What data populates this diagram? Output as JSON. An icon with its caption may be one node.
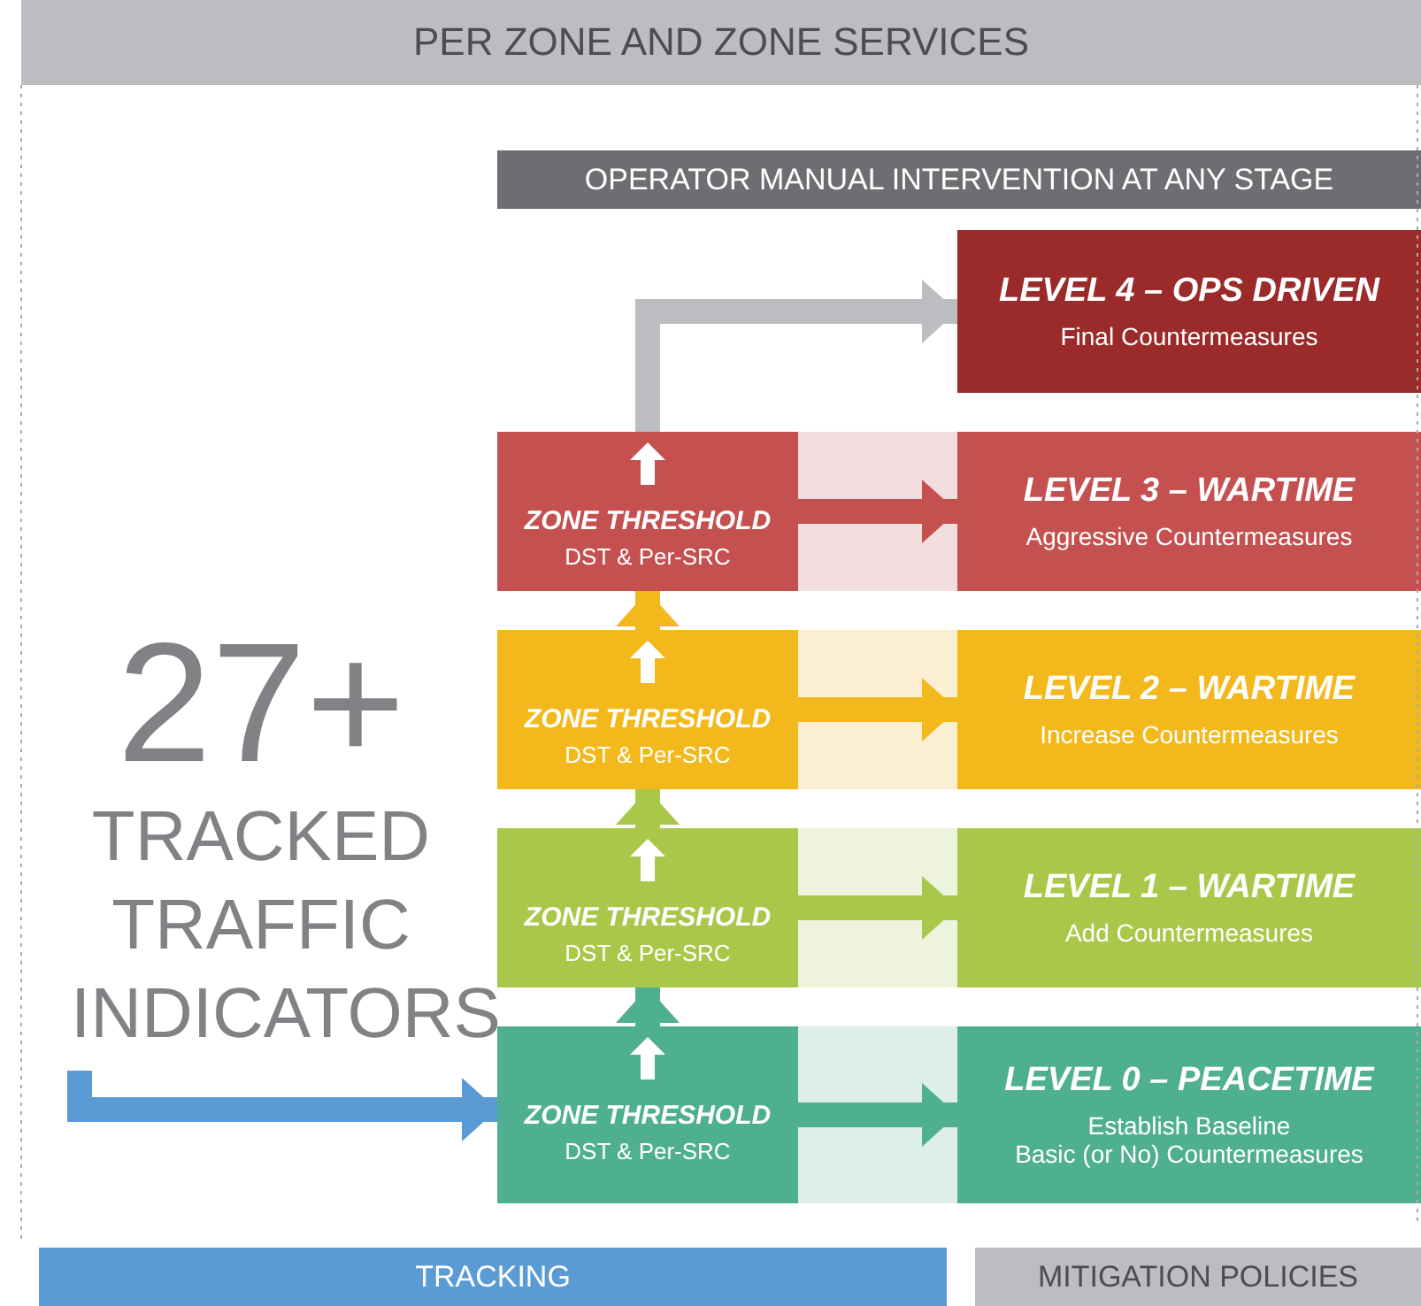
{
  "diagram": {
    "title": "PER ZONE AND ZONE SERVICES",
    "nodes": [
      {
        "text": [
          "OPERATOR MANUAL INTERVENTION AT ANY STAGE"
        ]
      },
      {
        "text": [
          "LEVEL 4 – OPS DRIVEN",
          "Final Countermeasures"
        ]
      },
      {
        "text": [
          "ZONE THRESHOLD",
          "DST & Per-SRC"
        ]
      },
      {
        "text": [
          "LEVEL 3 – WARTIME",
          "Aggressive Countermeasures"
        ]
      },
      {
        "text": [
          "ZONE THRESHOLD",
          "DST & Per-SRC"
        ]
      },
      {
        "text": [
          "LEVEL 2 – WARTIME",
          "Increase Countermeasures"
        ]
      },
      {
        "text": [
          "ZONE THRESHOLD",
          "DST & Per-SRC"
        ]
      },
      {
        "text": [
          "LEVEL 1 – WARTIME",
          "Add Countermeasures"
        ]
      },
      {
        "text": [
          "27+",
          "TRACKED TRAFFIC INDICATORS"
        ]
      },
      {
        "text": [
          "ZONE THRESHOLD",
          "DST & Per-SRC"
        ]
      },
      {
        "text": [
          "LEVEL 0 – PEACETIME",
          "Establish Baseline",
          "Basic (or No) Countermeasures"
        ]
      },
      {
        "text": [
          "TRACKING"
        ]
      },
      {
        "text": [
          "MITIGATION POLICIES"
        ]
      }
    ],
    "edges": [
      {
        "from": 8,
        "to": 9,
        "arrow": "to",
        "color": "#5b9bd5"
      },
      {
        "from": 9,
        "to": 10,
        "arrow": "to",
        "color": "#4faf91"
      },
      {
        "from": 9,
        "to": 6,
        "arrow": "to",
        "color": "#4faf91"
      },
      {
        "from": 6,
        "to": 7,
        "arrow": "to",
        "color": "#a9c84a"
      },
      {
        "from": 6,
        "to": 4,
        "arrow": "to",
        "color": "#a9c84a"
      },
      {
        "from": 4,
        "to": 5,
        "arrow": "to",
        "color": "#f3b91c"
      },
      {
        "from": 4,
        "to": 2,
        "arrow": "to",
        "color": "#f3b91c"
      },
      {
        "from": 2,
        "to": 3,
        "arrow": "to",
        "color": "#c45050"
      },
      {
        "from": 2,
        "to": 1,
        "arrow": "to",
        "color": "#bcbdc0"
      }
    ]
  }
}
